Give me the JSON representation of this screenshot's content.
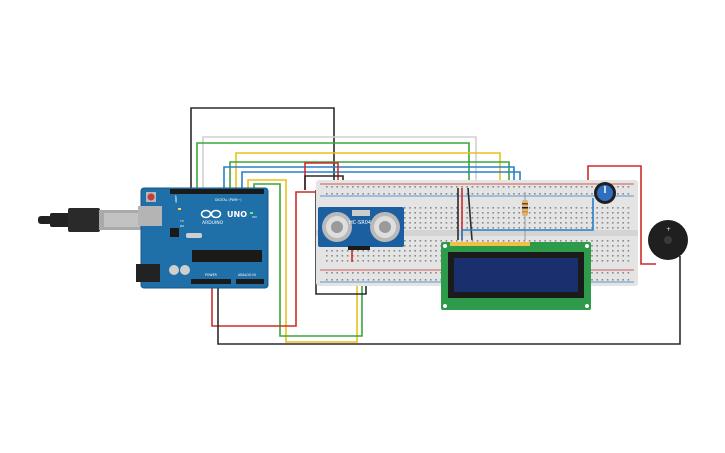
{
  "arduino": {
    "brand": "ARDUINO",
    "model": "UNO",
    "digital_label": "DIGITAL (PWM~)",
    "power_label": "POWER",
    "analog_label": "ANALOG IN",
    "aref_label": "AREF",
    "on_label": "ON",
    "tx_label": "TX",
    "rx_label": "RX"
  },
  "sensor": {
    "model": "HC-SR04"
  },
  "colors": {
    "arduino_board": "#1f6fa8",
    "sensor_board": "#1c5fa0",
    "lcd_pcb": "#2e9b4a",
    "lcd_screen": "#1a2f6e",
    "breadboard": "#e4e4e4",
    "wire_black": "#2b2b2b",
    "wire_red": "#d12a2a",
    "wire_yellow": "#e8c21a",
    "wire_green": "#3aa63a",
    "wire_blue": "#2a7fc8",
    "wire_white": "#d0d0d0",
    "wire_orange": "#e88a1a"
  },
  "components": [
    "usb-cable",
    "arduino-uno",
    "breadboard",
    "ultrasonic-sensor",
    "resistor",
    "lcd-16x2",
    "potentiometer",
    "piezo-buzzer"
  ]
}
